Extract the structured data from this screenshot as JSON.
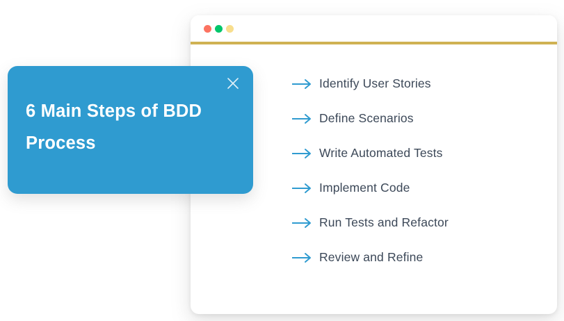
{
  "window": {
    "titlebar": {
      "traffic_lights": [
        {
          "name": "close-dot",
          "color": "#fc7361"
        },
        {
          "name": "minimize-dot",
          "color": "#00c66b"
        },
        {
          "name": "maximize-dot",
          "color": "#f8de8d"
        }
      ],
      "accent_rule_color": "#cfb253"
    }
  },
  "promo_card": {
    "title_line_1": "6 Main Steps of BDD",
    "title_line_2": "Process",
    "close_icon": "close-icon",
    "background_color": "#2f9bd0",
    "text_color": "#ffffff"
  },
  "steps": {
    "arrow_icon": "arrow-right-icon",
    "arrow_color": "#2f9bd0",
    "text_color": "#3c4858",
    "items": [
      {
        "label": "Identify User Stories"
      },
      {
        "label": "Define Scenarios"
      },
      {
        "label": "Write Automated Tests"
      },
      {
        "label": "Implement Code"
      },
      {
        "label": "Run Tests and Refactor"
      },
      {
        "label": "Review and Refine"
      }
    ]
  }
}
